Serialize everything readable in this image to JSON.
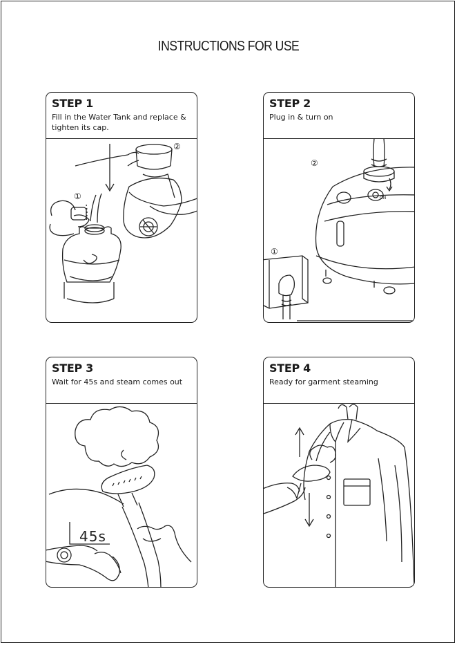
{
  "title": "INSTRUCTIONS FOR USE",
  "steps": [
    {
      "label": "STEP 1",
      "text": "Fill in the Water Tank and replace & tighten its cap.",
      "markers": [
        "①",
        "②"
      ]
    },
    {
      "label": "STEP 2",
      "text": "Plug in & turn on",
      "markers": [
        "①",
        "②"
      ],
      "switch_label": "ON"
    },
    {
      "label": "STEP 3",
      "text": "Wait for 45s and steam comes out",
      "timer": "45s"
    },
    {
      "label": "STEP 4",
      "text": "Ready for garment steaming"
    }
  ]
}
